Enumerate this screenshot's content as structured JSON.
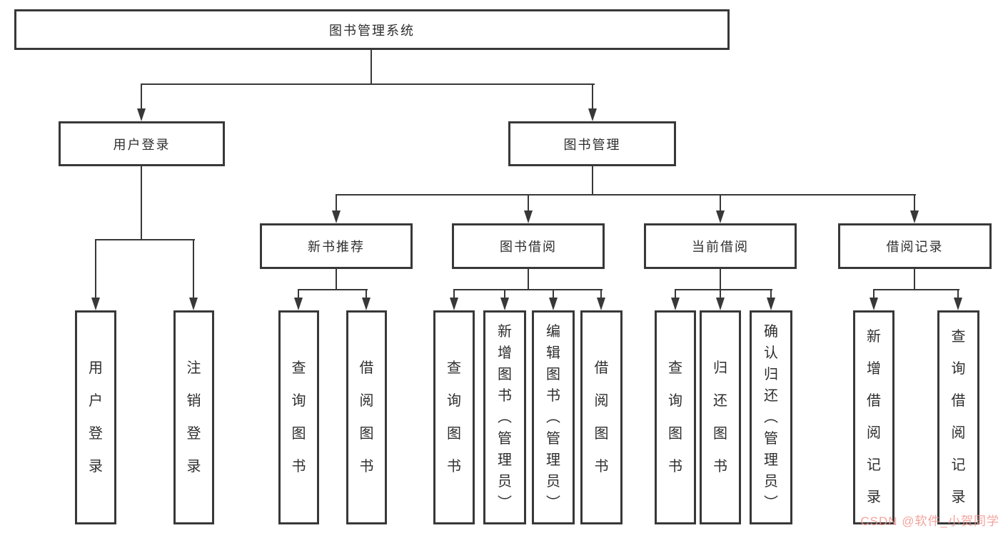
{
  "nodes": {
    "root": "图书管理系统",
    "branches": [
      {
        "label": "用户登录",
        "children": [
          "用户登录",
          "注销登录"
        ]
      },
      {
        "label": "图书管理",
        "sections": [
          {
            "label": "新书推荐",
            "children": [
              "查询图书",
              "借阅图书"
            ]
          },
          {
            "label": "图书借阅",
            "children": [
              "查询图书",
              "新增图书（管理员）",
              "编辑图书（管理员）",
              "借阅图书"
            ]
          },
          {
            "label": "当前借阅",
            "children": [
              "查询图书",
              "归还图书",
              "确认归还（管理员）"
            ]
          },
          {
            "label": "借阅记录",
            "children": [
              "新增借阅记录",
              "查询借阅记录"
            ]
          }
        ]
      }
    ]
  },
  "theme": {
    "line_color": "#383838",
    "text_color": "#2e2e2e",
    "box_background": "#ffffff",
    "page_background": "#ffffff"
  },
  "watermark": {
    "text": "CSDN @软件_小贺同学",
    "color": "#f2938c"
  }
}
